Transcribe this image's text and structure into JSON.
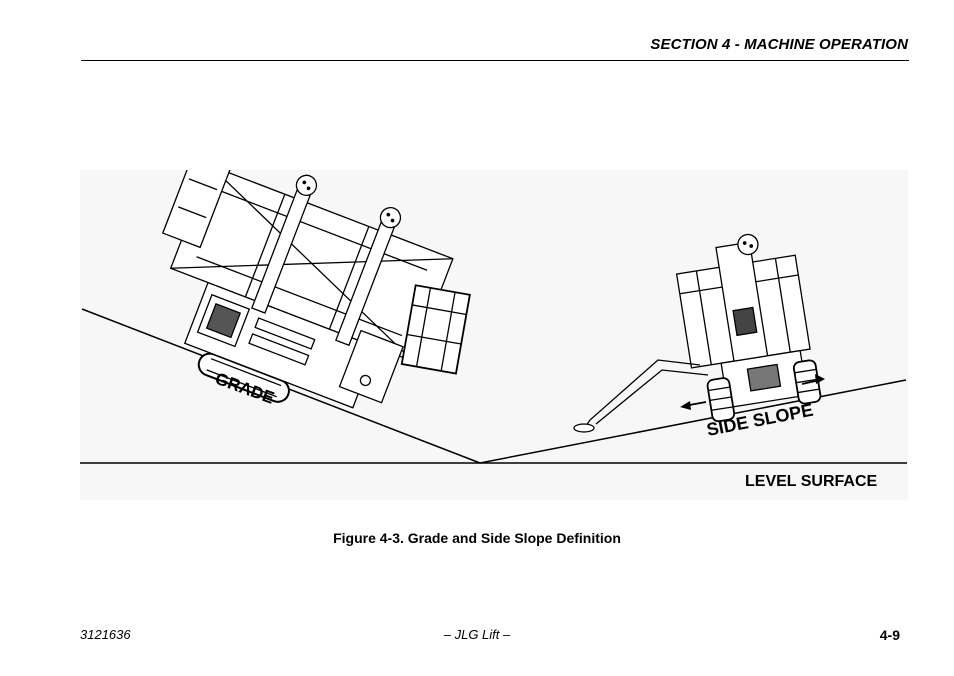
{
  "header": {
    "section_title": "SECTION 4 - MACHINE OPERATION"
  },
  "figure": {
    "labels": {
      "grade": "GRADE",
      "side_slope": "SIDE SLOPE",
      "level_surface": "LEVEL SURFACE"
    }
  },
  "caption": "Figure 4-3. Grade and Side Slope Definition",
  "footer": {
    "doc_number": "3121636",
    "center": "– JLG Lift –",
    "page": "4-9"
  }
}
